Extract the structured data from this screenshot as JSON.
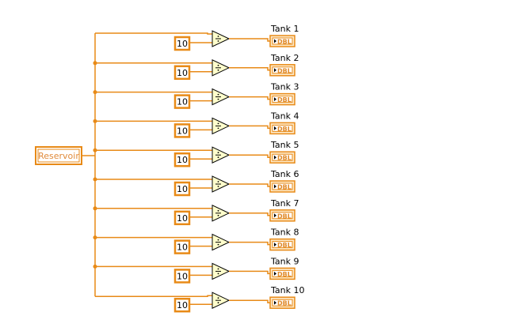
{
  "colors": {
    "wire": "#e88a17",
    "terminal_border": "#e88a17",
    "divide_fill": "#ffffcc",
    "indicator_fill": "#fde9c8"
  },
  "source": {
    "label": "Reservoir",
    "icon": "numeric-control-terminal"
  },
  "divide_icon": "divide-icon",
  "indicator_type": "DBL",
  "branches": [
    {
      "tank": "Tank 1",
      "divisor": "10"
    },
    {
      "tank": "Tank 2",
      "divisor": "10"
    },
    {
      "tank": "Tank 3",
      "divisor": "10"
    },
    {
      "tank": "Tank 4",
      "divisor": "10"
    },
    {
      "tank": "Tank 5",
      "divisor": "10"
    },
    {
      "tank": "Tank 6",
      "divisor": "10"
    },
    {
      "tank": "Tank 7",
      "divisor": "10"
    },
    {
      "tank": "Tank 8",
      "divisor": "10"
    },
    {
      "tank": "Tank 9",
      "divisor": "10"
    },
    {
      "tank": "Tank 10",
      "divisor": "10"
    }
  ]
}
